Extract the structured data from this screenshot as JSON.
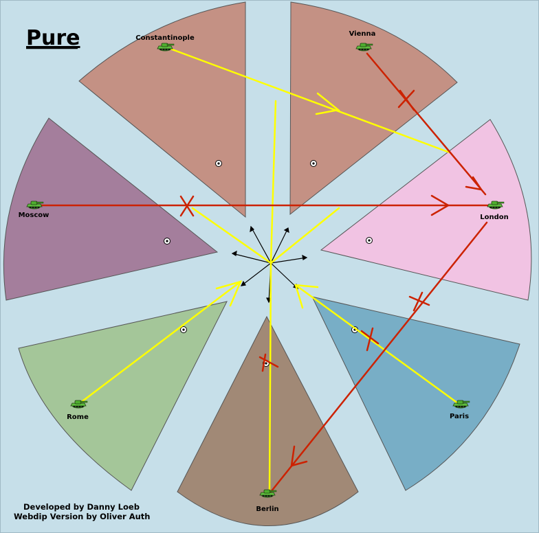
{
  "title": "Pure",
  "credits": {
    "line1": "Developed by Danny Loeb",
    "line2": "Webdip Version by Oliver Auth"
  },
  "territories": [
    {
      "id": "constantinople",
      "name": "Constantinople",
      "color": "#c49184"
    },
    {
      "id": "vienna",
      "name": "Vienna",
      "color": "#c49184"
    },
    {
      "id": "london",
      "name": "London",
      "color": "#f1c3e3"
    },
    {
      "id": "paris",
      "name": "Paris",
      "color": "#78aec6"
    },
    {
      "id": "berlin",
      "name": "Berlin",
      "color": "#a18976"
    },
    {
      "id": "rome",
      "name": "Rome",
      "color": "#a4c699"
    },
    {
      "id": "moscow",
      "name": "Moscow",
      "color": "#a47e9c"
    }
  ],
  "colors": {
    "background": "#c6dfe9",
    "support_order": "#ffff00",
    "failed_move": "#cc2200",
    "unit": "#3f9f2f"
  },
  "icons": {
    "unit": "tank-icon",
    "supply_center": "supply-center-icon"
  }
}
